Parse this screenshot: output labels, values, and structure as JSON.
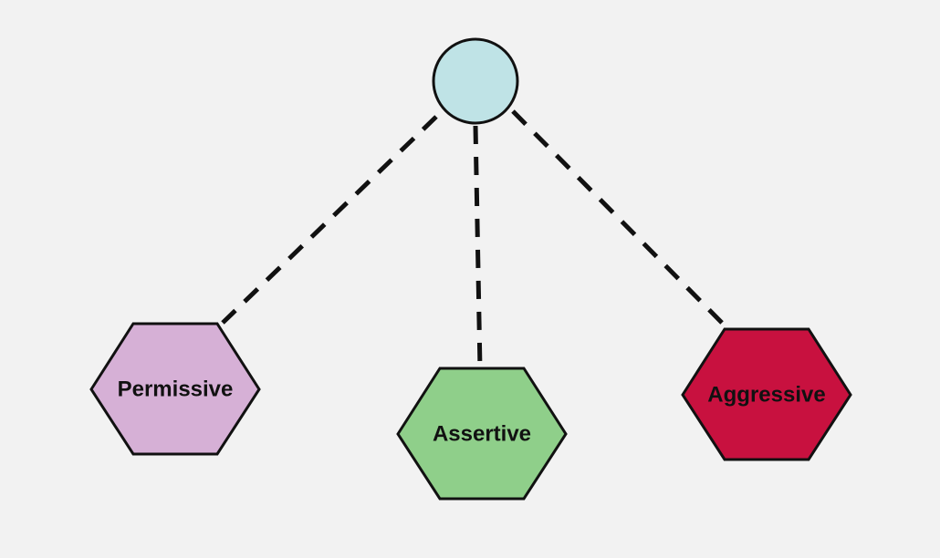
{
  "diagram": {
    "root": {
      "color": "#bfe3e6"
    },
    "nodes": [
      {
        "id": "permissive",
        "label": "Permissive",
        "color": "#d6b0d6"
      },
      {
        "id": "assertive",
        "label": "Assertive",
        "color": "#8fcf8a"
      },
      {
        "id": "aggressive",
        "label": "Aggressive",
        "color": "#c8113f"
      }
    ],
    "connector_style": "dashed"
  }
}
